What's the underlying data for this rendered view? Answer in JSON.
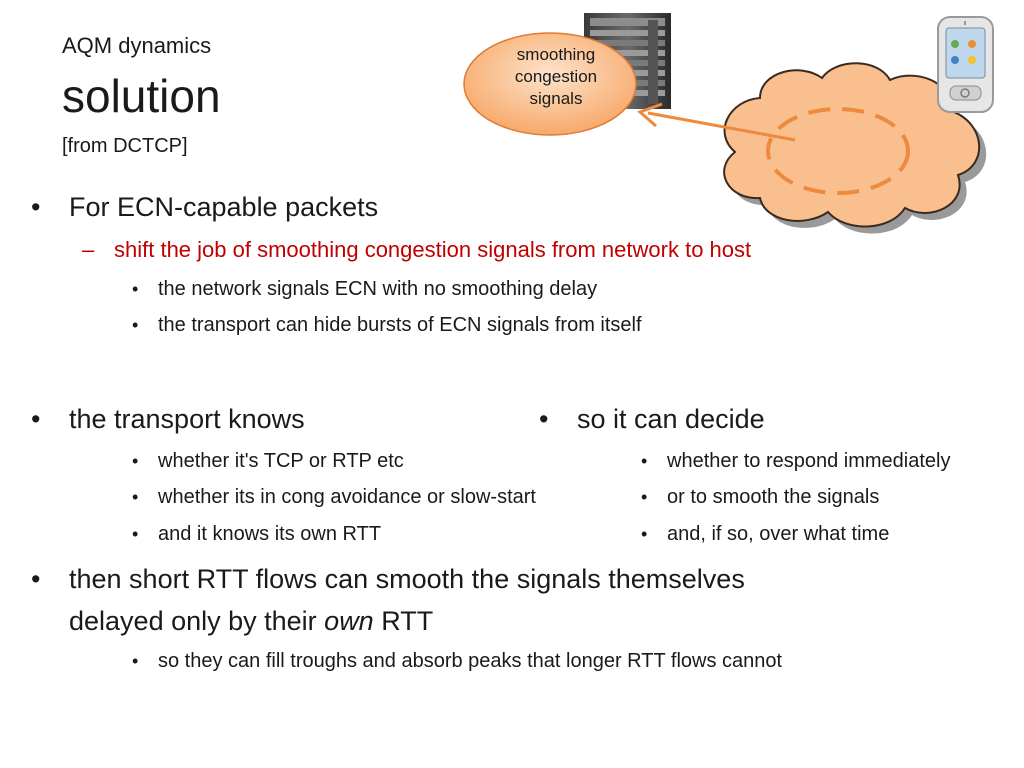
{
  "slide": {
    "title_top": "AQM dynamics",
    "title_main": "solution",
    "title_source": "[from DCTCP]"
  },
  "bubble": {
    "line1": "smoothing",
    "line2": "congestion",
    "line3": "signals"
  },
  "section1": {
    "heading": "For ECN-capable packets",
    "sub": "shift the job of smoothing congestion signals from network to host",
    "points": [
      "the network signals ECN with no smoothing delay",
      "the transport can hide bursts of ECN signals from itself"
    ]
  },
  "col_left": {
    "heading": "the transport knows",
    "points": [
      "whether it's TCP or RTP etc",
      "whether its in cong avoidance or slow-start",
      "and it knows its own RTT"
    ]
  },
  "col_right": {
    "heading": "so it can decide",
    "points": [
      "whether to respond immediately",
      "or to smooth the signals",
      "and, if so, over what time"
    ]
  },
  "section3": {
    "line1": "then short RTT flows can smooth the signals themselves",
    "line2_pre": "delayed only by their",
    "line2_em": "own",
    "line2_post": "RTT",
    "point": "so they can fill troughs and absorb peaks that longer RTT flows cannot"
  },
  "colors": {
    "accent_red": "#c00000",
    "cloud_fill": "#f9bf8f",
    "bubble_fill": "#fbc99d",
    "arrow": "#ed8a3c"
  }
}
